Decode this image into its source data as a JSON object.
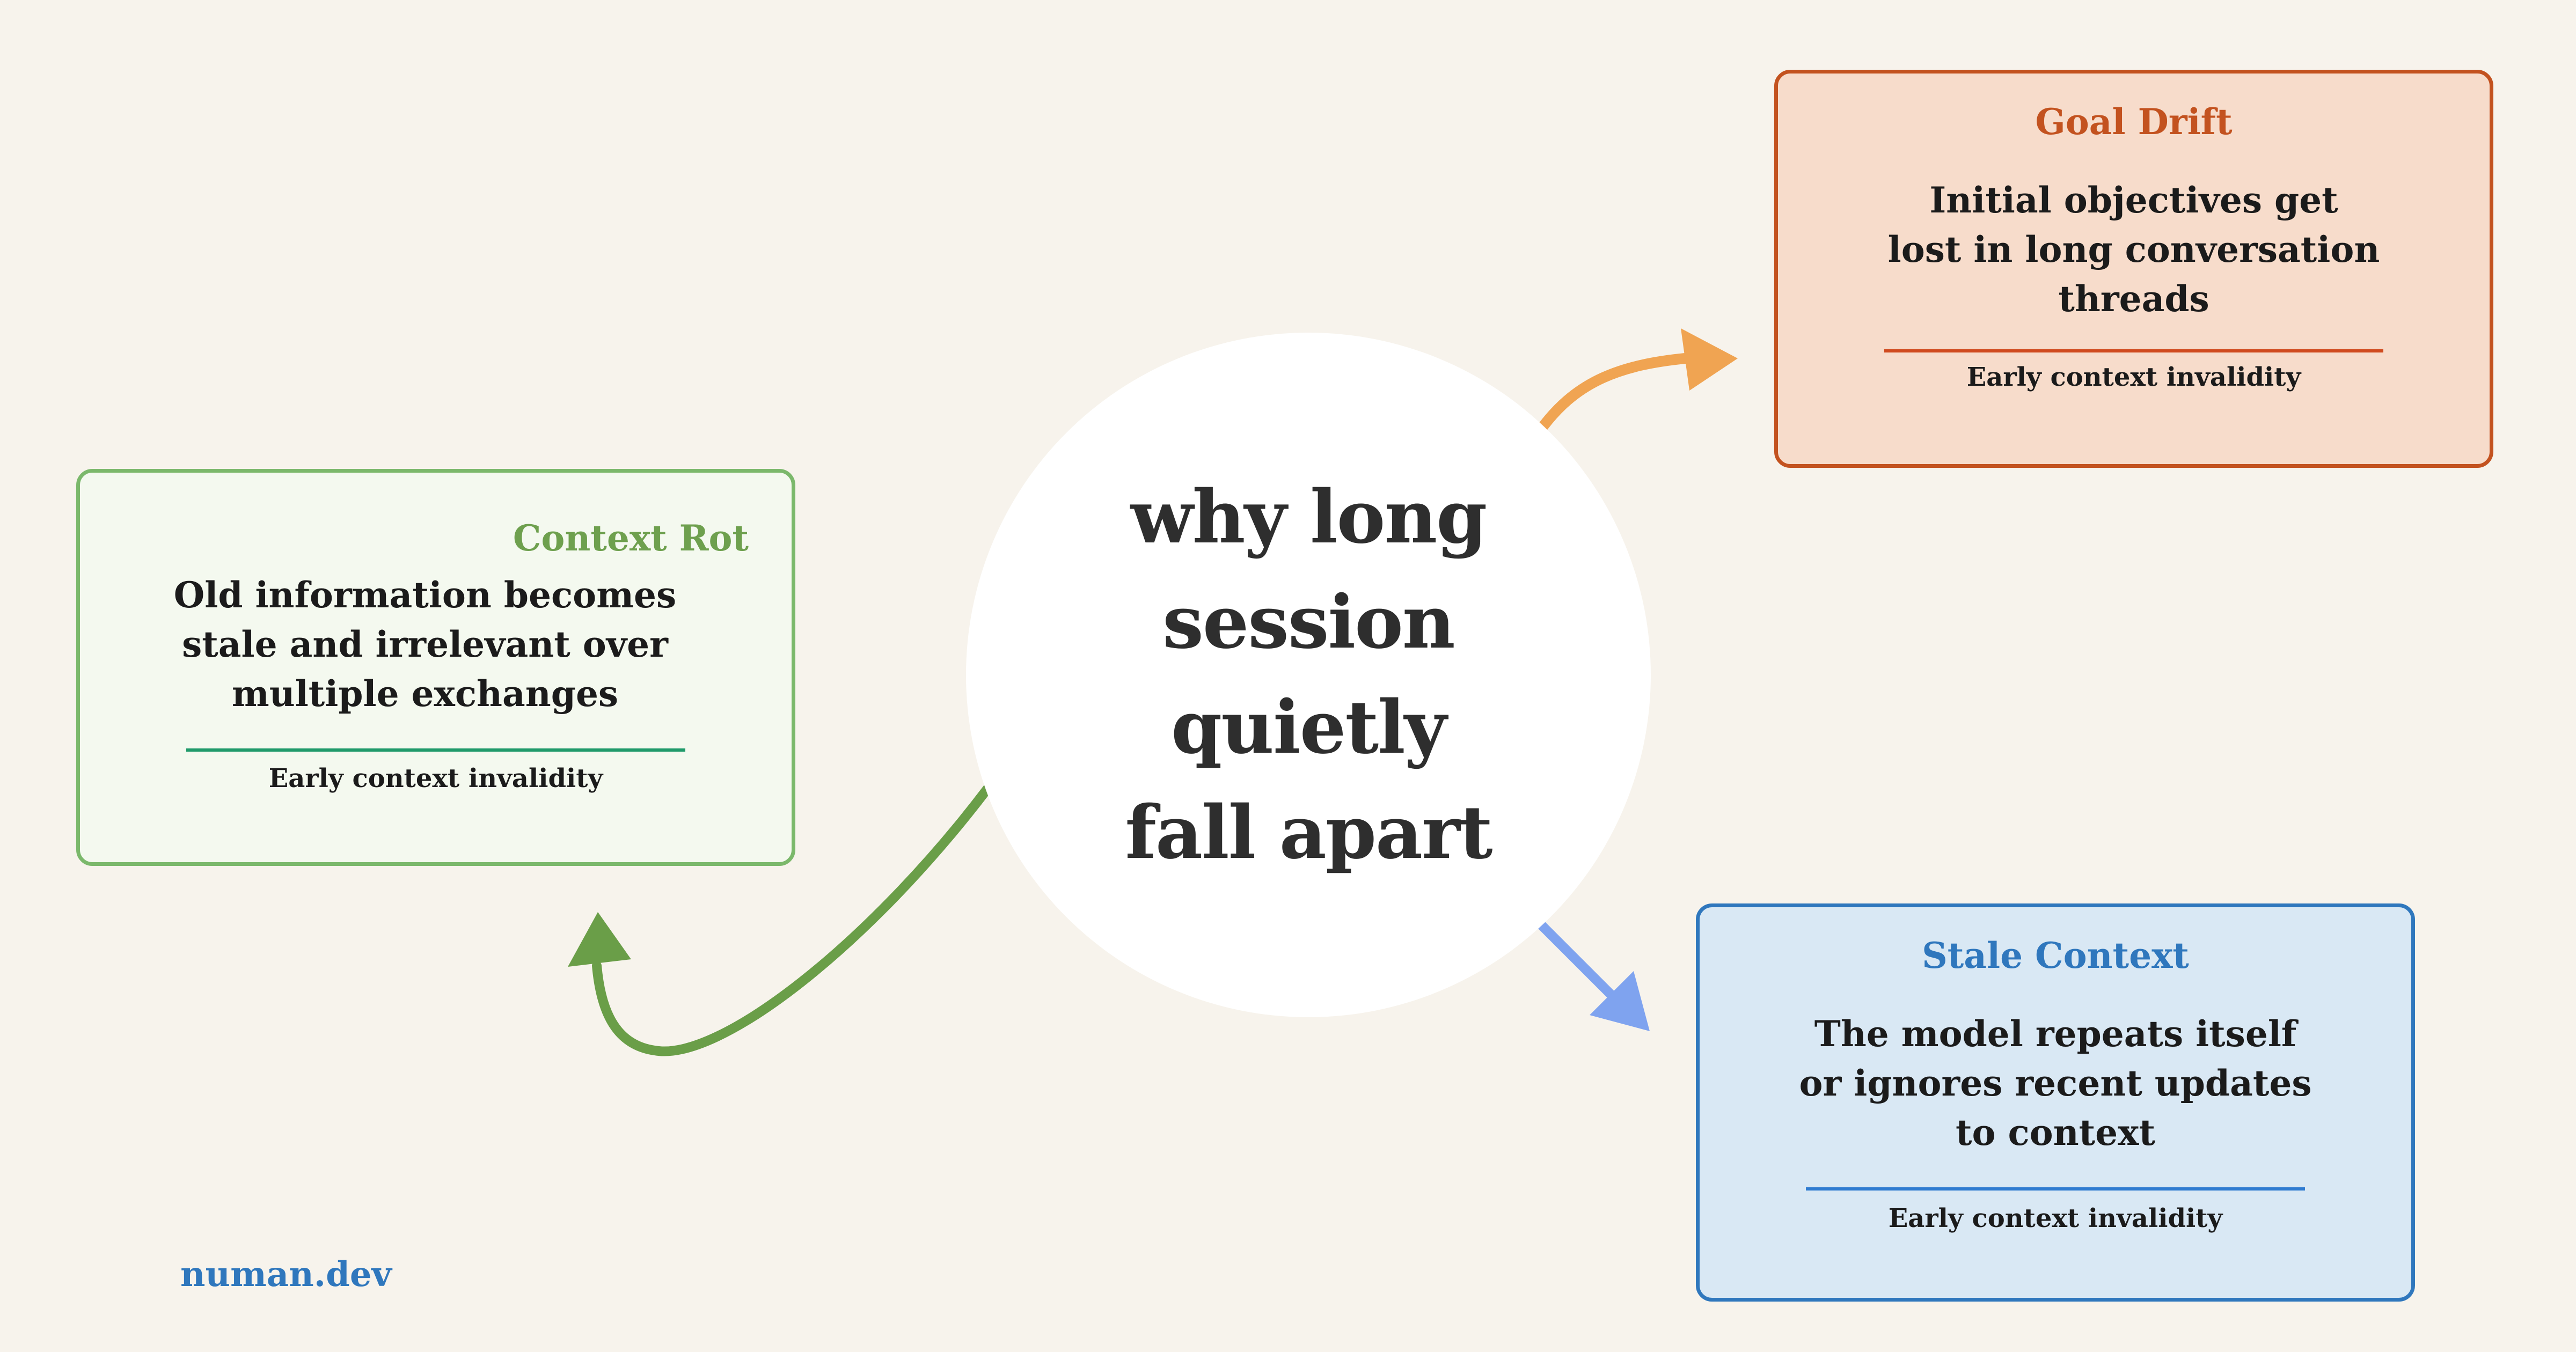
{
  "center": {
    "title_lines": [
      "why long",
      "session quietly",
      "fall apart"
    ]
  },
  "cards": {
    "goal_drift": {
      "title": "Goal Drift",
      "body_lines": [
        "Initial objectives get",
        "lost in long conversation",
        "threads"
      ],
      "footer": "Early context invalidity"
    },
    "context_rot": {
      "title": "Context Rot",
      "body_lines": [
        "Old information becomes",
        "stale and irrelevant over",
        "multiple exchanges"
      ],
      "footer": "Early context invalidity"
    },
    "stale_context": {
      "title": "Stale Context",
      "body_lines": [
        "The model repeats itself",
        "or ignores recent updates",
        "to context"
      ],
      "footer": "Early context invalidity"
    }
  },
  "brand": "numan.dev",
  "colors": {
    "background": "#f7f3ec",
    "goal_drift_accent": "#c3521f",
    "context_rot_accent": "#6ea04e",
    "stale_context_accent": "#2f77bd",
    "arrow_orange": "#f0a452",
    "arrow_green": "#6a9e48",
    "arrow_blue": "#7fa3ef"
  }
}
